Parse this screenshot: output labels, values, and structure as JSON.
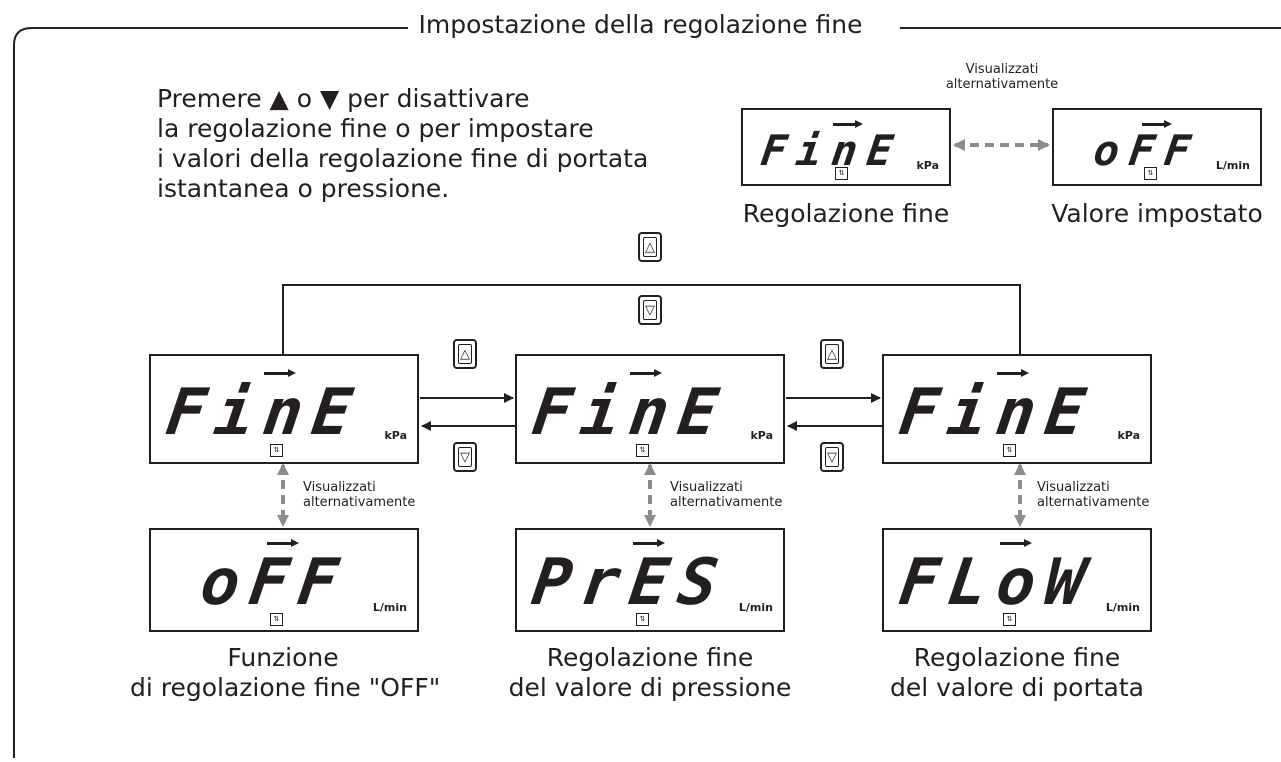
{
  "title": "Impostazione della regolazione fine",
  "instructions": [
    "Premere ▲ o ▼ per disattivare",
    "la regolazione fine o per impostare",
    "i valori della regolazione fine di portata",
    "istantanea o pressione."
  ],
  "alternate_label": [
    "Visualizzati",
    "alternativamente"
  ],
  "top_example": {
    "left_display": {
      "text": "FinE",
      "unit": "kPa"
    },
    "right_display": {
      "text": "oFF",
      "unit": "L/min"
    },
    "left_caption": "Regolazione fine",
    "right_caption": "Valore impostato"
  },
  "up_symbol": "△",
  "down_symbol": "▽",
  "indicator_symbol": "⇅",
  "main_displays": [
    {
      "text": "FinE",
      "unit": "kPa"
    },
    {
      "text": "FinE",
      "unit": "kPa"
    },
    {
      "text": "FinE",
      "unit": "kPa"
    }
  ],
  "value_displays": [
    {
      "text": "oFF",
      "unit": "L/min",
      "caption": [
        "Funzione",
        "di regolazione fine \"OFF\""
      ]
    },
    {
      "text": "PrES",
      "unit": "L/min",
      "caption": [
        "Regolazione fine",
        "del valore di pressione"
      ]
    },
    {
      "text": "FLoW",
      "unit": "L/min",
      "caption": [
        "Regolazione fine",
        "del valore di portata"
      ]
    }
  ],
  "colors": {
    "ink": "#231f20",
    "dashed_arrow": "#8c8c8c"
  }
}
